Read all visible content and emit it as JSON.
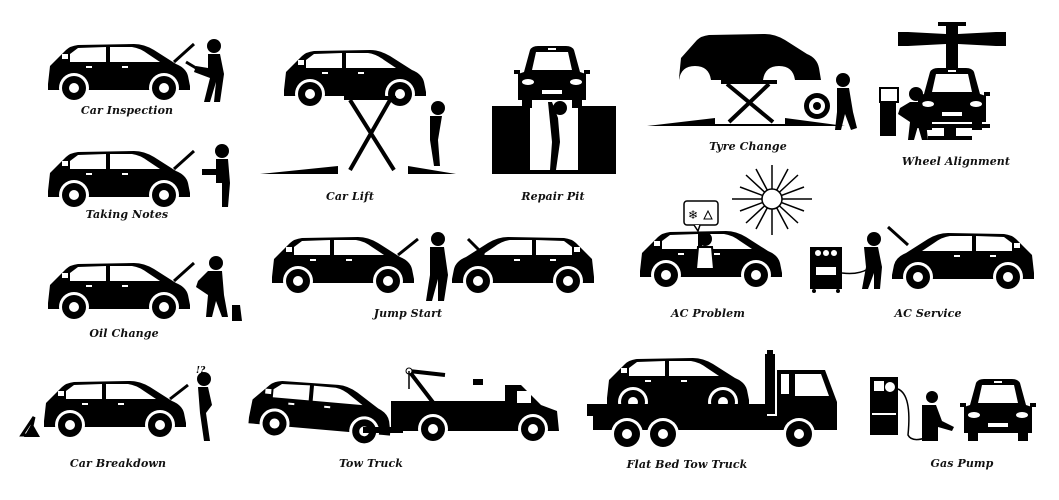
{
  "colors": {
    "ink": "#000000",
    "background": "#ffffff"
  },
  "icons": [
    {
      "id": "car-inspection",
      "label": "Car Inspection"
    },
    {
      "id": "taking-notes",
      "label": "Taking Notes"
    },
    {
      "id": "oil-change",
      "label": "Oil Change"
    },
    {
      "id": "car-breakdown",
      "label": "Car Breakdown",
      "exclaim": "!?"
    },
    {
      "id": "car-lift",
      "label": "Car Lift"
    },
    {
      "id": "repair-pit",
      "label": "Repair Pit"
    },
    {
      "id": "jump-start",
      "label": "Jump Start"
    },
    {
      "id": "tow-truck",
      "label": "Tow Truck"
    },
    {
      "id": "tyre-change",
      "label": "Tyre Change"
    },
    {
      "id": "wheel-alignment",
      "label": "Wheel Alignment"
    },
    {
      "id": "ac-problem",
      "label": "AC Problem"
    },
    {
      "id": "ac-service",
      "label": "AC Service"
    },
    {
      "id": "flat-bed-tow-truck",
      "label": "Flat Bed Tow Truck"
    },
    {
      "id": "gas-pump",
      "label": "Gas Pump"
    }
  ]
}
